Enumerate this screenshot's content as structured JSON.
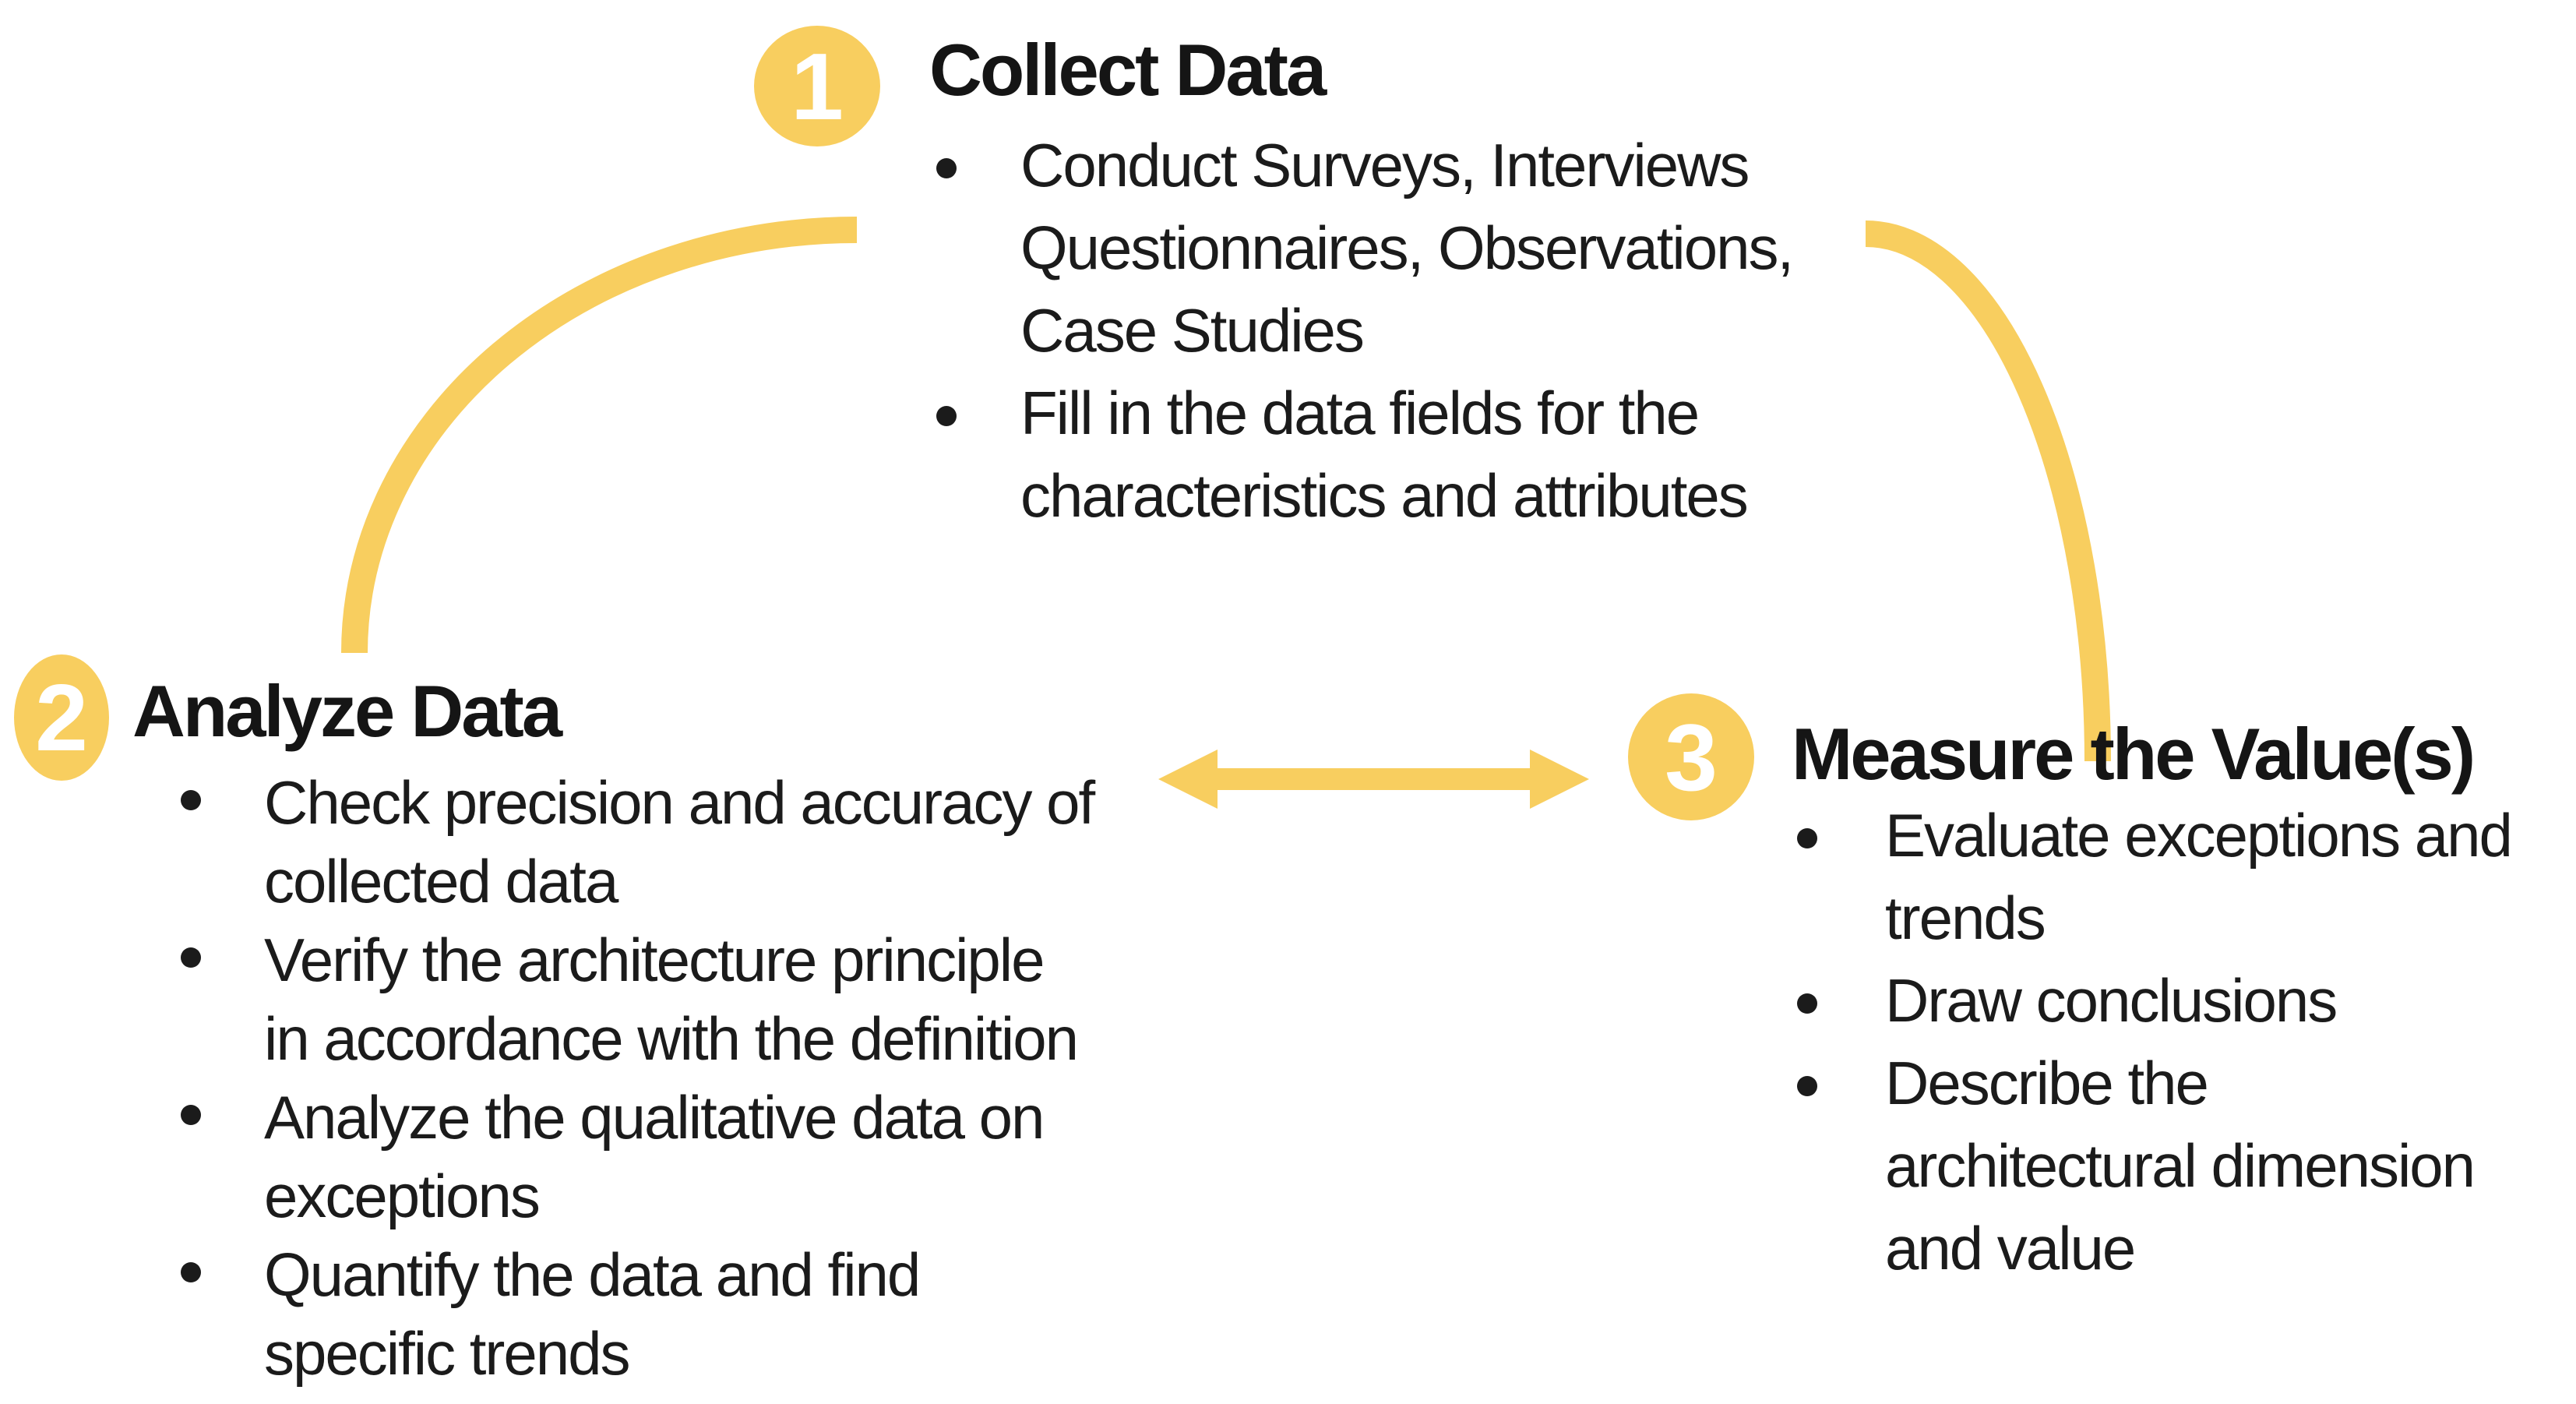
{
  "diagram": {
    "accent_color": "#F8CE5F",
    "text_color": "#1b1b1b",
    "icons": {
      "bullet": "disc",
      "flow_arcs": "curved-arc-segment",
      "exchange": "double-headed-arrow"
    },
    "steps": [
      {
        "number": "1",
        "title": "Collect Data",
        "bullets": [
          "Conduct Surveys, Interviews\nQuestionnaires, Observations,\nCase Studies",
          "Fill in the data fields for the\ncharacteristics and attributes"
        ]
      },
      {
        "number": "2",
        "title": "Analyze Data",
        "bullets": [
          "Check precision and accuracy of\ncollected data",
          "Verify the architecture principle\nin accordance with the definition",
          "Analyze the qualitative data on\nexceptions",
          "Quantify the data and find\nspecific trends"
        ]
      },
      {
        "number": "3",
        "title": "Measure the Value(s)",
        "bullets": [
          "Evaluate exceptions and\ntrends",
          "Draw conclusions",
          "Describe the\narchitectural dimension\nand value"
        ]
      }
    ]
  }
}
